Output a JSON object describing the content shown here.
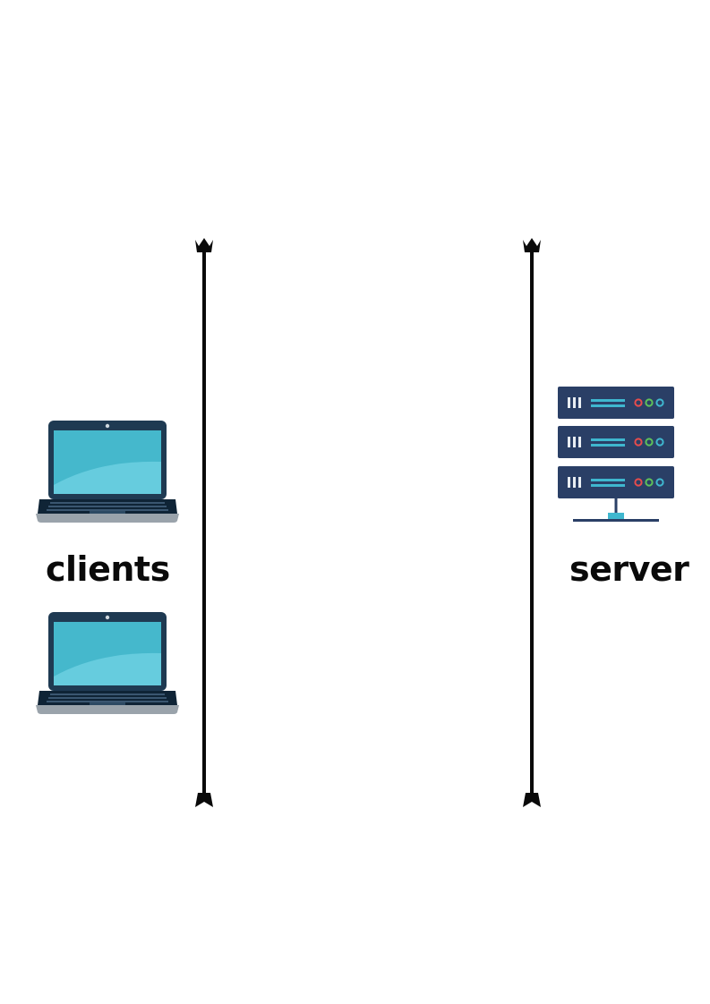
{
  "labels": {
    "clients": "clients",
    "server": "server"
  },
  "icons": {
    "client_laptop_top": "laptop-icon",
    "client_laptop_bottom": "laptop-icon",
    "server": "server-rack-icon",
    "lifeline": "lifeline-line"
  },
  "colors": {
    "background": "#ffffff",
    "line": "#0a0a0a",
    "laptop_bezel": "#1f3a52",
    "laptop_screen": "#45b8cc",
    "laptop_screen_highlight": "#6ccfe0",
    "laptop_keyboard": "#0f2436",
    "laptop_base": "#9aa3ab",
    "server_unit": "#2a3f66",
    "server_accent": "#3fb7cf",
    "led_red": "#e74c4c",
    "led_green": "#5ec25a",
    "led_blue": "#3fb7cf"
  }
}
